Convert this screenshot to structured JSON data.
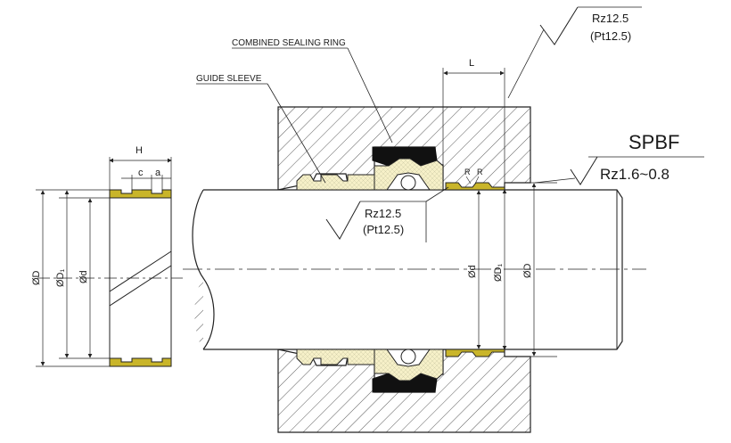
{
  "labels": {
    "combined_sealing_ring": "COMBINED SEALING RING",
    "guide_sleeve": "GUIDE SLEEVE",
    "model": "SPBF",
    "shaft_finish": "Rz1.6~0.8",
    "groove_finish_rz": "Rz12.5",
    "groove_finish_pt": "(Pt12.5)",
    "bore_finish_rz": "Rz12.5",
    "bore_finish_pt": "(Pt12.5)"
  },
  "dimensions": {
    "H": "H",
    "c": "c",
    "a": "a",
    "L": "L",
    "R1": "R",
    "R2": "R",
    "left_D": "ØD",
    "left_D1": "ØD₁",
    "left_d": "Ød",
    "right_d": "Ød",
    "right_D1": "ØD₁",
    "right_D": "ØD"
  },
  "colors": {
    "guide_band": "#c9b52a",
    "seal_fill": "#f6f0c8",
    "seal_dots": "#c9c9b4",
    "o_ring": "#111111",
    "hatch": "#555555",
    "outline": "#222222"
  }
}
